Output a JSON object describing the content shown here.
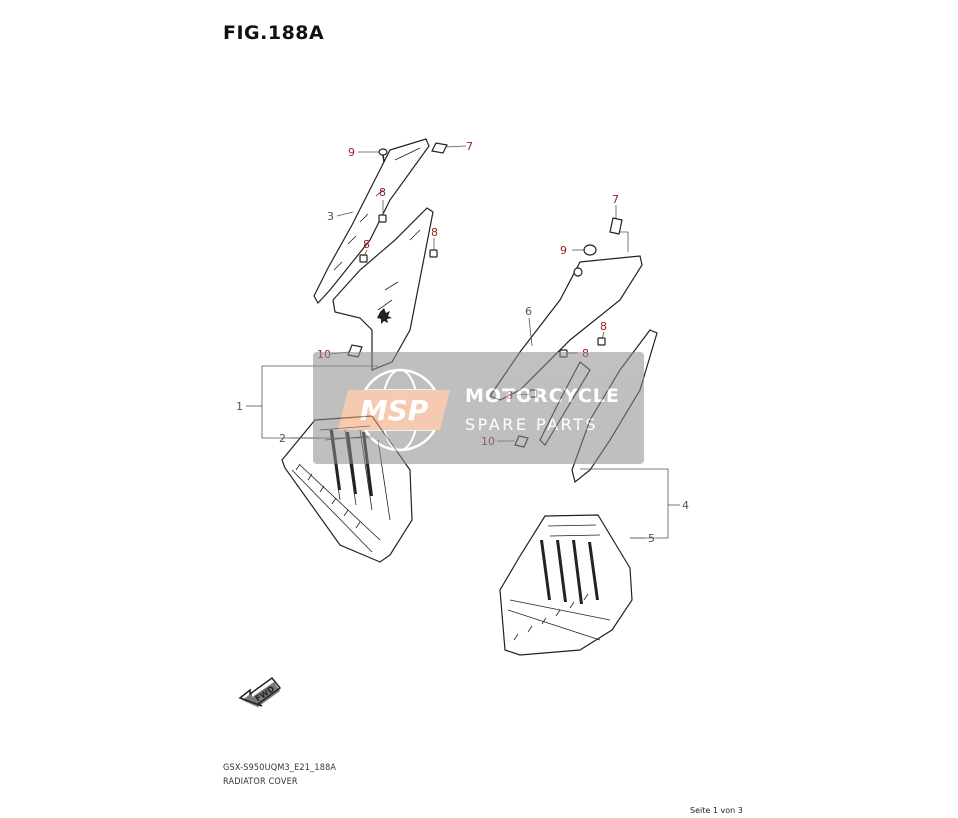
{
  "figure": {
    "title": "FIG.188A",
    "model_code": "GSX-S950UQM3_E21_188A",
    "subtitle": "RADIATOR COVER",
    "page_info": "Seite 1 von 3"
  },
  "callouts": [
    {
      "id": "1",
      "label": "1"
    },
    {
      "id": "2",
      "label": "2"
    },
    {
      "id": "3",
      "label": "3"
    },
    {
      "id": "4",
      "label": "4"
    },
    {
      "id": "5",
      "label": "5"
    },
    {
      "id": "6",
      "label": "6"
    },
    {
      "id": "7a",
      "label": "7"
    },
    {
      "id": "7b",
      "label": "7"
    },
    {
      "id": "8a",
      "label": "8"
    },
    {
      "id": "8b",
      "label": "8"
    },
    {
      "id": "8c",
      "label": "8"
    },
    {
      "id": "8d",
      "label": "8"
    },
    {
      "id": "8e",
      "label": "8"
    },
    {
      "id": "8f",
      "label": "8"
    },
    {
      "id": "9a",
      "label": "9"
    },
    {
      "id": "9b",
      "label": "9"
    },
    {
      "id": "10a",
      "label": "10"
    },
    {
      "id": "10b",
      "label": "10"
    }
  ],
  "watermark": {
    "logo": "MSP",
    "line1": "MOTORCYCLE",
    "line2": "SPARE PARTS"
  },
  "fwd_arrow": {
    "label": "FWD"
  },
  "colors": {
    "callout_red": "#9b1b1b",
    "line_black": "#222222",
    "watermark_gray": "#8c8c8c",
    "watermark_orange": "#f0a070"
  }
}
